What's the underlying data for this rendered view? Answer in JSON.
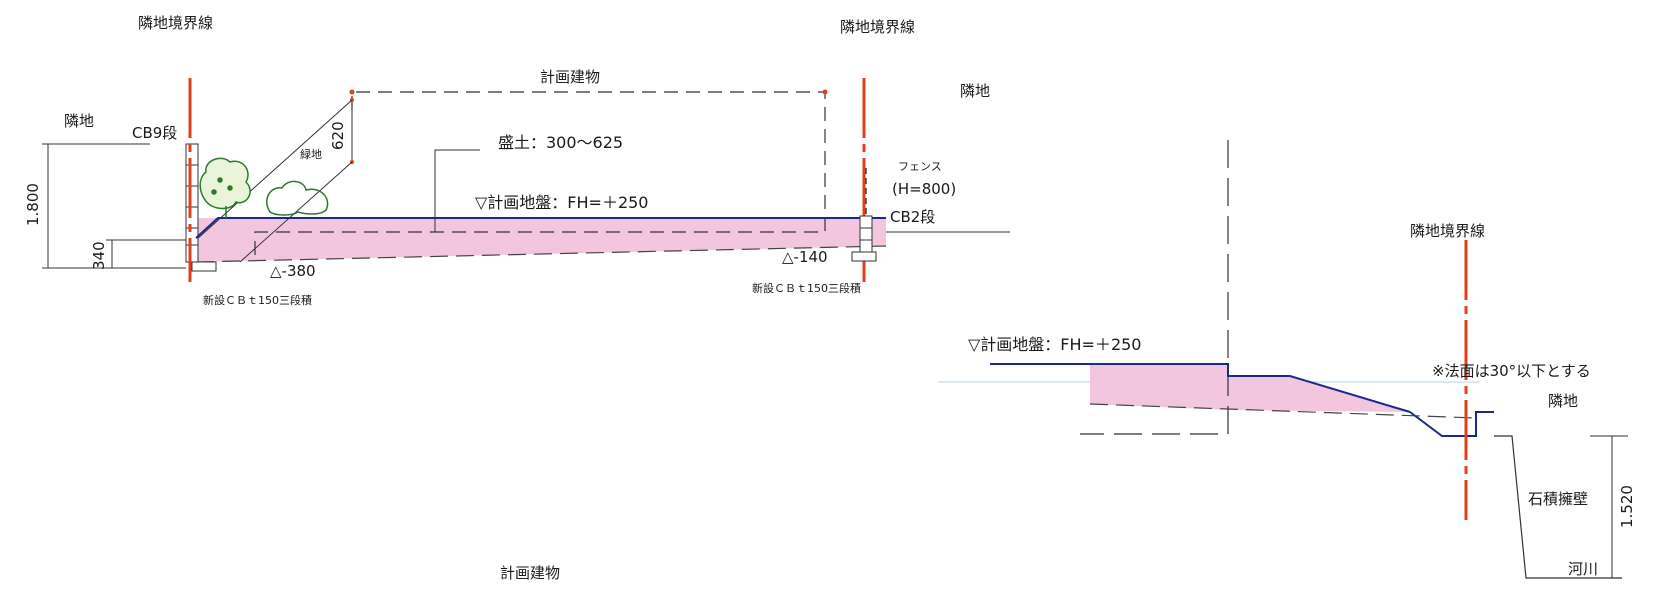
{
  "section_left": {
    "boundary_left_label": "隣地境界線",
    "boundary_right_label": "隣地境界線",
    "building_label": "計画建物",
    "neighbor_left": "隣地",
    "cb_left": "CB9段",
    "neighbor_right": "隣地",
    "dim_height_total": "1.800",
    "dim_height_low": "340",
    "green_label": "緑地",
    "dim_620": "620",
    "fill_label": "盛土：300～625",
    "ground_label": "▽計画地盤：FH=＋250",
    "fence_label": "フェンス",
    "fence_height": "(H=800)",
    "cb_right": "CB2段",
    "level_left": "△-380",
    "level_right": "△-140",
    "new_cb_left": "新設ＣＢｔ150三段積",
    "new_cb_right": "新設ＣＢｔ150三段積"
  },
  "section_right": {
    "ground_label": "▽計画地盤：FH=＋250",
    "boundary_label": "隣地境界線",
    "slope_note": "※法面は30°以下とする",
    "neighbor": "隣地",
    "dim_1520": "1.520",
    "stone_wall": "石積擁壁",
    "river": "河川"
  },
  "bottom_label": "計画建物",
  "colors": {
    "boundary": "#e0401a",
    "ground_line": "#1a2a8a",
    "fill": "#f2c6df",
    "tree": "#2a7a2a",
    "line": "#222222"
  }
}
